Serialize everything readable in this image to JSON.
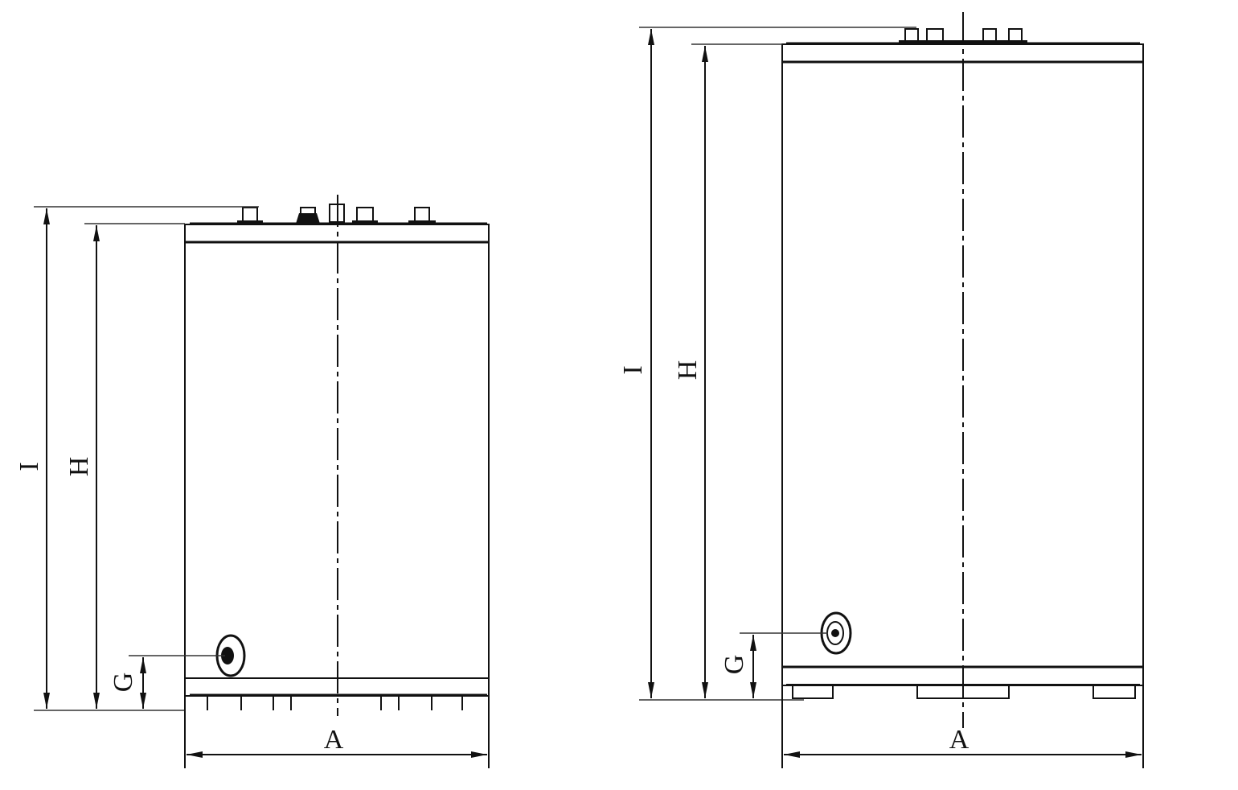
{
  "drawing": {
    "left_tank": {
      "labels": {
        "overall_height": "I",
        "body_height": "H",
        "port_height": "G",
        "width": "A"
      }
    },
    "right_tank": {
      "labels": {
        "overall_height": "I",
        "body_height": "H",
        "port_height": "G",
        "width": "A"
      }
    },
    "line_color": "#111111"
  }
}
